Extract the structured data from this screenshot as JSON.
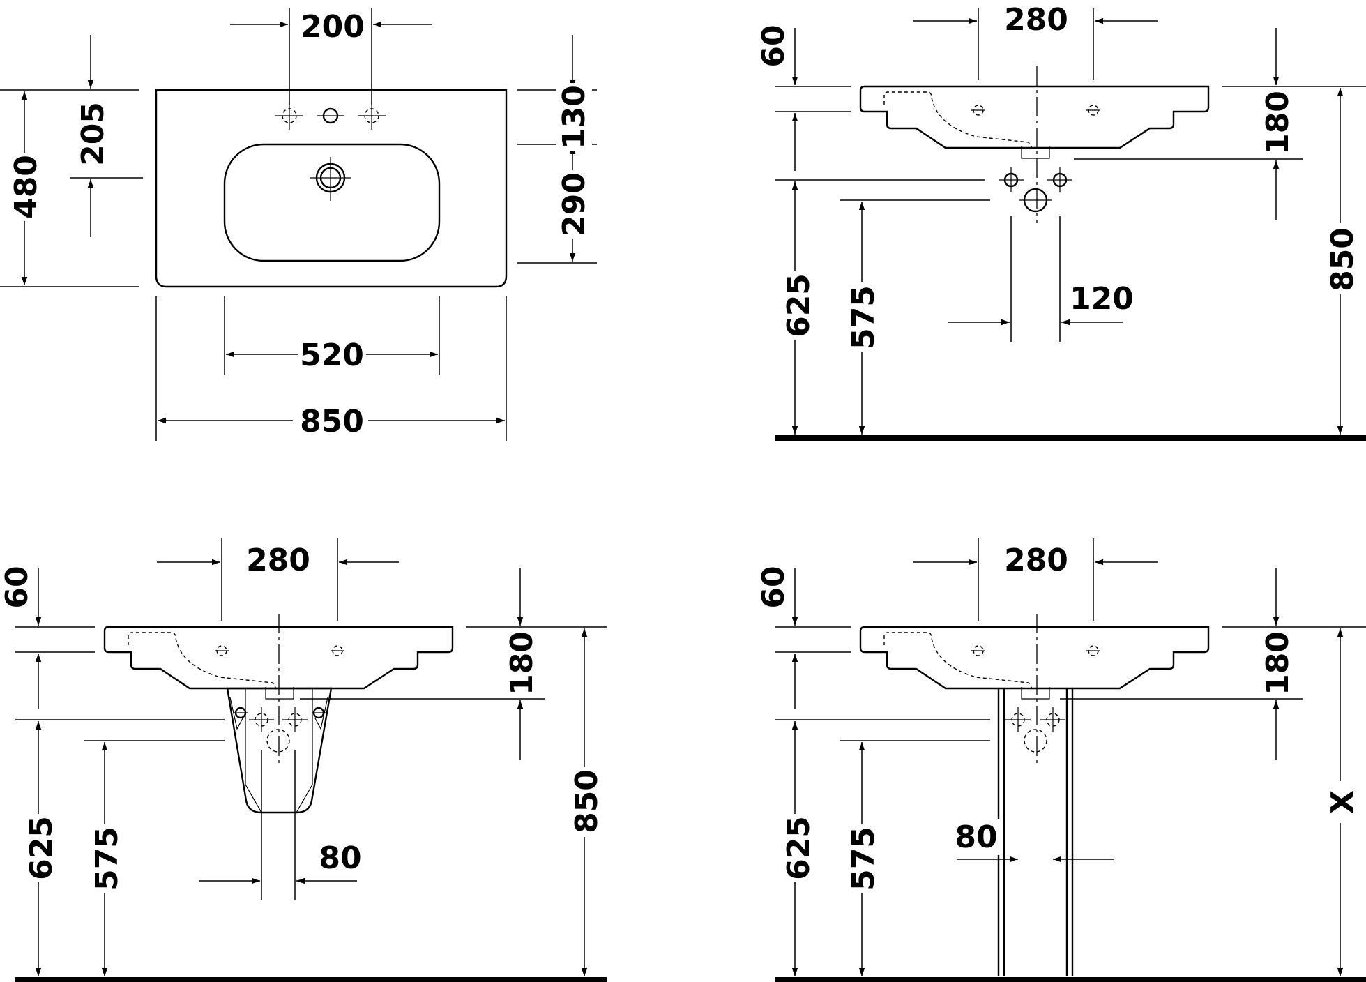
{
  "views": {
    "top": {
      "hole_spacing": "200",
      "top_to_drain": "205",
      "depth": "480",
      "back_to_basin": "130",
      "basin_depth": "290",
      "basin_width": "520",
      "width": "850"
    },
    "side_wall": {
      "hole_spacing": "280",
      "rim_thickness": "60",
      "bowl_height": "180",
      "floor_to_rim": "850",
      "trap_spacing": "120",
      "floor_to_supply": "625",
      "floor_to_drain": "575"
    },
    "side_semi_pedestal": {
      "hole_spacing": "280",
      "rim_thickness": "60",
      "bowl_height": "180",
      "floor_to_rim": "850",
      "pedestal_width": "80",
      "floor_to_supply": "625",
      "floor_to_drain": "575"
    },
    "side_legs": {
      "hole_spacing": "280",
      "rim_thickness": "60",
      "bowl_height": "180",
      "variable_height": "X",
      "leg_width": "80",
      "floor_to_supply": "625",
      "floor_to_drain": "575"
    }
  }
}
